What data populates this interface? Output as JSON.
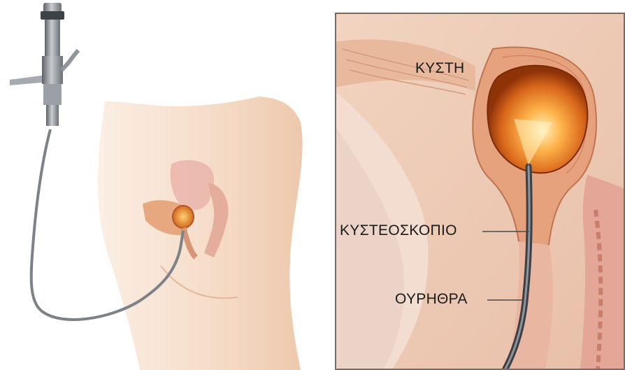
{
  "labels": {
    "bladder": "ΚΥΣΤΗ",
    "cystoscope": "ΚΥΣΤΕΟΣΚΟΠΙΟ",
    "urethra": "ΟΥΡΗΘΡΑ"
  },
  "colors": {
    "skin_light": "#f7e0cc",
    "skin_mid": "#eccab0",
    "tissue_pink": "#e9b7a5",
    "muscle": "#d99a78",
    "bladder_interior": "#c4520f",
    "bladder_glow": "#ffd07a",
    "instrument_gray": "#8c9298",
    "scope_dark": "#3c3f44",
    "frame_border": "#7a6a62"
  }
}
